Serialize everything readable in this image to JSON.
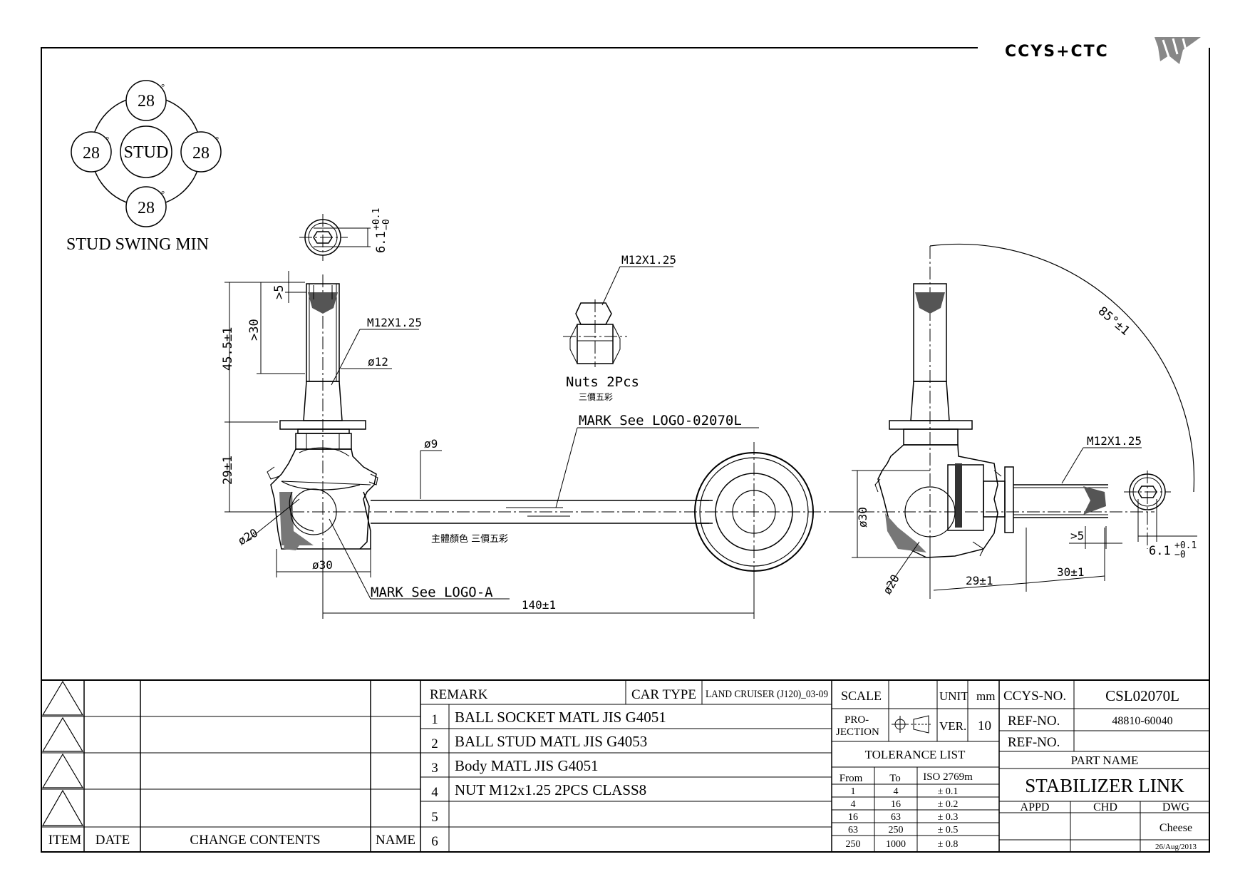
{
  "brand": {
    "logo_text": "CCYS+CTC"
  },
  "swing": {
    "title": "STUD SWING MIN",
    "center": "STUD",
    "top": "28",
    "left": "28",
    "right": "28",
    "bottom": "28",
    "degree": "°"
  },
  "dims": {
    "d_stud_tol": "6.1",
    "d_stud_tol_plus": "+0.1",
    "d_stud_tol_minus": "−0",
    "d5": ">5",
    "d30": ">30",
    "d455": "45.5±1",
    "d29": "29±1",
    "thread_left": "M12X1.25",
    "dia12": "ø12",
    "dia20_left": "ø20",
    "dia30_left": "ø30",
    "dia9": "ø9",
    "length140": "140±1",
    "nut_thread": "M12X1.25",
    "nuts": "Nuts 2Pcs",
    "nuts_cn": "三價五彩",
    "mark_logo": "MARK See LOGO-02070L",
    "body_color": "主體顏色 三價五彩",
    "mark_a": "MARK See LOGO-A",
    "angle85": "85°±1",
    "thread_right": "M12X1.25",
    "dia30_right": "ø30",
    "dia20_right": "ø20",
    "d5_right": ">5",
    "d61_right": "6.1",
    "d61_right_plus": "+0.1",
    "d61_right_minus": "−0",
    "d29_right": "29±1",
    "d30_right": "30±1"
  },
  "revisions": {
    "headers": {
      "item": "ITEM",
      "date": "DATE",
      "contents": "CHANGE CONTENTS",
      "name": "NAME"
    }
  },
  "remarks": {
    "header": "REMARK",
    "cartype_label": "CAR TYPE",
    "cartype_value": "LAND CRUISER (J120)_03-09",
    "rows": [
      {
        "n": "1",
        "text": "BALL SOCKET MATL JIS G4051"
      },
      {
        "n": "2",
        "text": "BALL STUD MATL JIS G4053"
      },
      {
        "n": "3",
        "text": "Body MATL JIS G4051"
      },
      {
        "n": "4",
        "text": "NUT M12x1.25 2PCS CLASS8"
      },
      {
        "n": "5",
        "text": ""
      },
      {
        "n": "6",
        "text": ""
      }
    ]
  },
  "specs": {
    "scale_label": "SCALE",
    "unit_label": "UNIT",
    "unit_value": "mm",
    "projection_label_1": "PRO-",
    "projection_label_2": "JECTION",
    "ver_label": "VER.",
    "ver_value": "10",
    "tolerance_title": "TOLERANCE LIST",
    "tol_headers": {
      "from": "From",
      "to": "To",
      "iso": "ISO 2769m"
    },
    "tol_rows": [
      {
        "from": "1",
        "to": "4",
        "tol": "± 0.1"
      },
      {
        "from": "4",
        "to": "16",
        "tol": "± 0.2"
      },
      {
        "from": "16",
        "to": "63",
        "tol": "± 0.3"
      },
      {
        "from": "63",
        "to": "250",
        "tol": "± 0.5"
      },
      {
        "from": "250",
        "to": "1000",
        "tol": "± 0.8"
      }
    ]
  },
  "title_block": {
    "ccys_label": "CCYS-NO.",
    "ccys_value": "CSL02070L",
    "ref1_label": "REF-NO.",
    "ref1_value": "48810-60040",
    "ref2_label": "REF-NO.",
    "part_name_label": "PART NAME",
    "part_name": "STABILIZER LINK",
    "appd": "APPD",
    "chd": "CHD",
    "dwg": "DWG",
    "dwg_name": "Cheese",
    "date": "26/Aug/2013"
  }
}
